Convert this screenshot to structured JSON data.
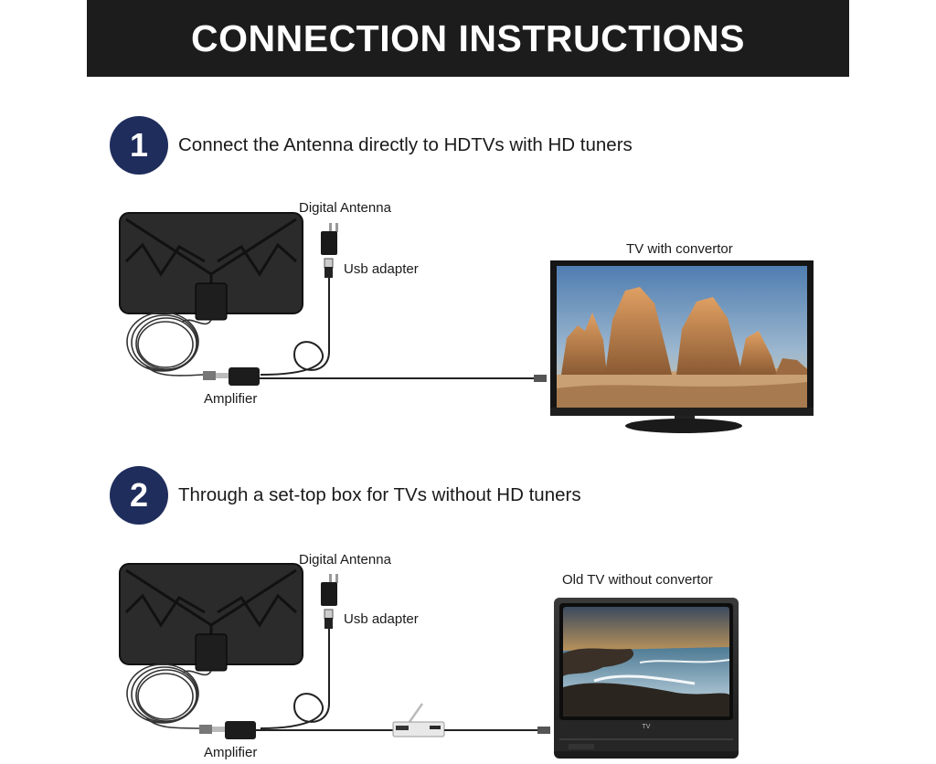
{
  "header": {
    "title": "CONNECTION INSTRUCTIONS"
  },
  "steps": [
    {
      "number": "1",
      "text": "Connect the Antenna directly to HDTVs with HD tuners",
      "labels": {
        "antenna": "Digital Antenna",
        "usb": "Usb adapter",
        "amplifier": "Amplifier",
        "tv": "TV with convertor"
      }
    },
    {
      "number": "2",
      "text": "Through a set-top box for TVs without HD tuners",
      "labels": {
        "antenna": "Digital Antenna",
        "usb": "Usb adapter",
        "amplifier": "Amplifier",
        "tv": "Old TV without convertor"
      },
      "tv_brand": "TV"
    }
  ],
  "colors": {
    "header_bg": "#1c1c1c",
    "badge": "#1f2d5c",
    "antenna": "#2a2a2a",
    "cable": "#222222"
  }
}
